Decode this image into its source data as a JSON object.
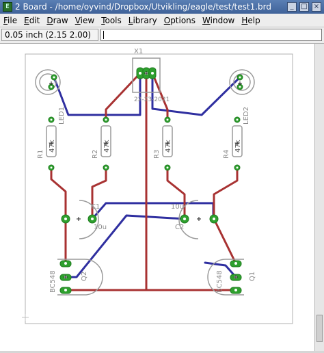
{
  "window": {
    "title": "2 Board - /home/oyvind/Dropbox/Utvikling/eagle/test/test1.brd",
    "app_icon_text": "E"
  },
  "menu": [
    {
      "label": "File",
      "mnemonic": "F",
      "rest": "ile"
    },
    {
      "label": "Edit",
      "mnemonic": "E",
      "rest": "dit"
    },
    {
      "label": "Draw",
      "mnemonic": "D",
      "rest": "raw"
    },
    {
      "label": "View",
      "mnemonic": "V",
      "rest": "iew"
    },
    {
      "label": "Tools",
      "mnemonic": "T",
      "rest": "ools"
    },
    {
      "label": "Library",
      "mnemonic": "L",
      "rest": "ibrary"
    },
    {
      "label": "Options",
      "mnemonic": "O",
      "rest": "ptions"
    },
    {
      "label": "Window",
      "mnemonic": "W",
      "rest": "indow"
    },
    {
      "label": "Help",
      "mnemonic": "H",
      "rest": "elp"
    }
  ],
  "coordinate_display": "0.05 inch (2.15 2.00)",
  "command_line": "",
  "board": {
    "parts": {
      "x1": {
        "name": "X1",
        "value": "22-23-2021"
      },
      "led1": {
        "name": "LED1"
      },
      "led2": {
        "name": "LED2"
      },
      "r1": {
        "name": "R1",
        "value": "47k"
      },
      "r2": {
        "name": "R2",
        "value": "47k"
      },
      "r3": {
        "name": "R3",
        "value": "47k"
      },
      "r4": {
        "name": "R4",
        "value": "47k"
      },
      "c1": {
        "name": "C1",
        "value": "10u"
      },
      "c2": {
        "name": "C2",
        "value": "10u"
      },
      "q1": {
        "name": "Q1",
        "value": "BC548"
      },
      "q2": {
        "name": "Q2",
        "value": "BC548"
      }
    },
    "colors": {
      "top_trace": "#a83232",
      "bottom_trace": "#2f2fa0",
      "pad": "#2ea02e",
      "silk": "#9a9a9a",
      "outline": "#b0b0b0"
    }
  }
}
